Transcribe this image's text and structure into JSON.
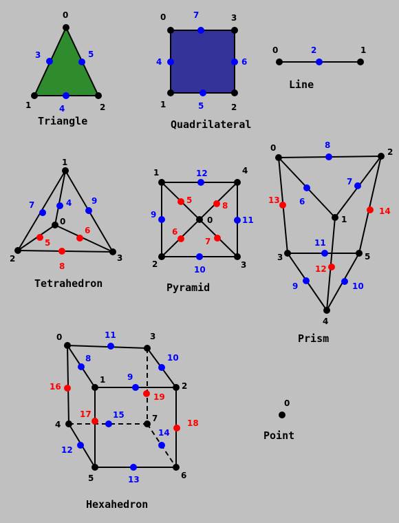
{
  "colors": {
    "background": "#c0c0c0",
    "corner_node": "#000000",
    "edge_midpoint_node": "#0000ff",
    "face_node": "#ff0000",
    "triangle_fill": "#2e8b2e",
    "quadrilateral_fill": "#333399"
  },
  "shapes": {
    "triangle": {
      "title": "Triangle",
      "labels": [
        "0",
        "1",
        "2",
        "3",
        "4",
        "5"
      ]
    },
    "quadrilateral": {
      "title": "Quadrilateral",
      "labels": [
        "0",
        "1",
        "2",
        "3",
        "4",
        "5",
        "6",
        "7"
      ]
    },
    "line": {
      "title": "Line",
      "labels": [
        "0",
        "1",
        "2"
      ]
    },
    "tetrahedron": {
      "title": "Tetrahedron",
      "labels": [
        "0",
        "1",
        "2",
        "3",
        "4",
        "5",
        "6",
        "7",
        "8",
        "9"
      ]
    },
    "pyramid": {
      "title": "Pyramid",
      "labels": [
        "0",
        "1",
        "2",
        "3",
        "4",
        "5",
        "6",
        "7",
        "8",
        "9",
        "10",
        "11",
        "12"
      ]
    },
    "prism": {
      "title": "Prism",
      "labels": [
        "0",
        "1",
        "2",
        "3",
        "4",
        "5",
        "6",
        "7",
        "8",
        "9",
        "10",
        "11",
        "12",
        "13",
        "14"
      ]
    },
    "hexahedron": {
      "title": "Hexahedron",
      "labels": [
        "0",
        "1",
        "2",
        "3",
        "4",
        "5",
        "6",
        "7",
        "8",
        "9",
        "10",
        "11",
        "12",
        "13",
        "14",
        "15",
        "16",
        "17",
        "18",
        "19"
      ]
    },
    "point": {
      "title": "Point",
      "labels": [
        "0"
      ]
    }
  }
}
